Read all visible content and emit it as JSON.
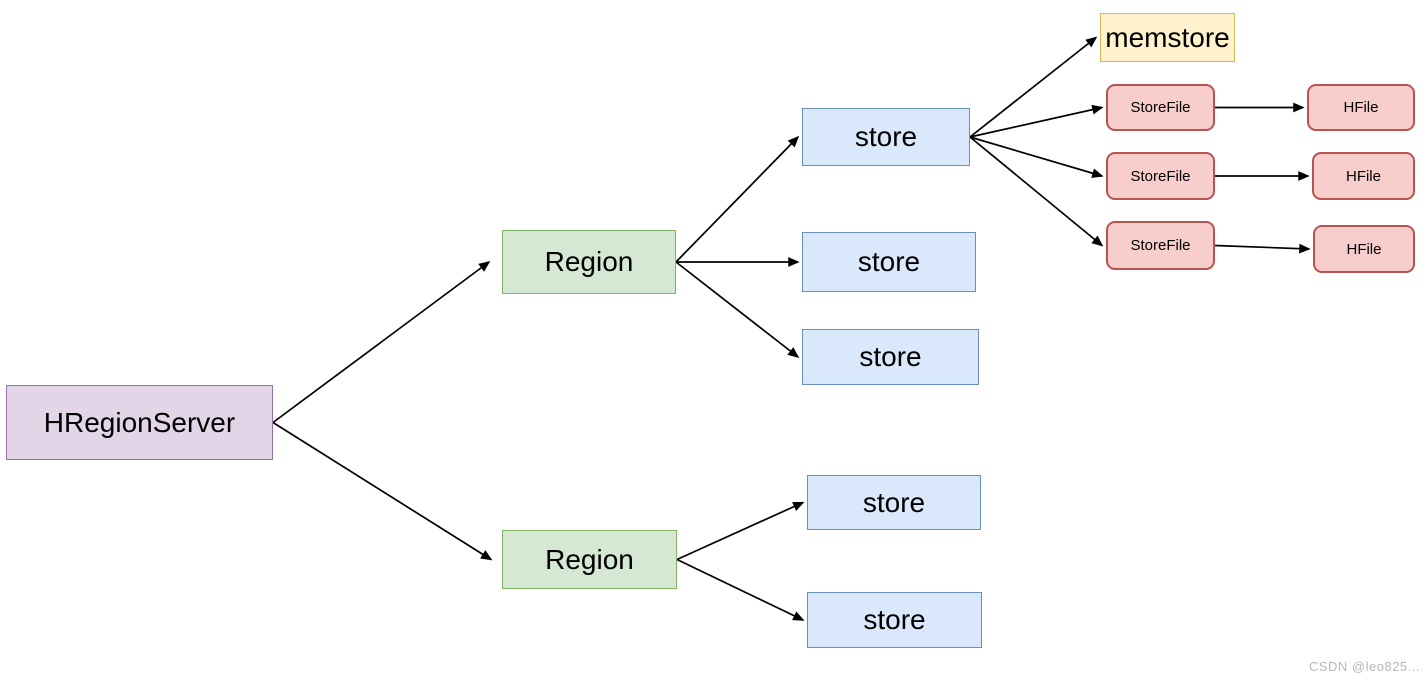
{
  "diagram": {
    "nodes": {
      "hregionserver": {
        "label": "HRegionServer",
        "fill": "#e1d5e7",
        "border": "#9673a6"
      },
      "region1": {
        "label": "Region",
        "fill": "#d5e8d4",
        "border": "#82b366"
      },
      "region2": {
        "label": "Region",
        "fill": "#d5e8d4",
        "border": "#82b366"
      },
      "store1": {
        "label": "store",
        "fill": "#dae8fc",
        "border": "#6c8ebf"
      },
      "store2": {
        "label": "store",
        "fill": "#dae8fc",
        "border": "#6c8ebf"
      },
      "store3": {
        "label": "store",
        "fill": "#dae8fc",
        "border": "#6c8ebf"
      },
      "store4": {
        "label": "store",
        "fill": "#dae8fc",
        "border": "#6c8ebf"
      },
      "store5": {
        "label": "store",
        "fill": "#dae8fc",
        "border": "#6c8ebf"
      },
      "memstore": {
        "label": "memstore",
        "fill": "#fff2cc",
        "border": "#d6b656"
      },
      "storefile1": {
        "label": "StoreFile",
        "fill": "#f8cecc",
        "border": "#b85450"
      },
      "storefile2": {
        "label": "StoreFile",
        "fill": "#f8cecc",
        "border": "#b85450"
      },
      "storefile3": {
        "label": "StoreFile",
        "fill": "#f8cecc",
        "border": "#b85450"
      },
      "hfile1": {
        "label": "HFile",
        "fill": "#f8cecc",
        "border": "#b85450"
      },
      "hfile2": {
        "label": "HFile",
        "fill": "#f8cecc",
        "border": "#b85450"
      },
      "hfile3": {
        "label": "HFile",
        "fill": "#f8cecc",
        "border": "#b85450"
      }
    },
    "edges": [
      {
        "from": "hregionserver",
        "to": "region1"
      },
      {
        "from": "hregionserver",
        "to": "region2"
      },
      {
        "from": "region1",
        "to": "store1"
      },
      {
        "from": "region1",
        "to": "store2"
      },
      {
        "from": "region1",
        "to": "store3"
      },
      {
        "from": "region2",
        "to": "store4"
      },
      {
        "from": "region2",
        "to": "store5"
      },
      {
        "from": "store1",
        "to": "memstore"
      },
      {
        "from": "store1",
        "to": "storefile1"
      },
      {
        "from": "store1",
        "to": "storefile2"
      },
      {
        "from": "store1",
        "to": "storefile3"
      },
      {
        "from": "storefile1",
        "to": "hfile1"
      },
      {
        "from": "storefile2",
        "to": "hfile2"
      },
      {
        "from": "storefile3",
        "to": "hfile3"
      }
    ],
    "arrow_color": "#000000",
    "text_color": "#000000"
  },
  "watermark": {
    "text": "CSDN @leo825...",
    "color": "#b8b8b8"
  }
}
